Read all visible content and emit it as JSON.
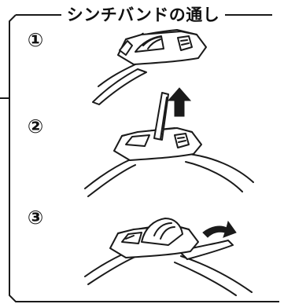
{
  "title": "シンチバンドの通し方",
  "steps": [
    {
      "number": "①"
    },
    {
      "number": "②"
    },
    {
      "number": "③"
    }
  ],
  "colors": {
    "line": "#1a1a1a",
    "background": "#ffffff"
  }
}
